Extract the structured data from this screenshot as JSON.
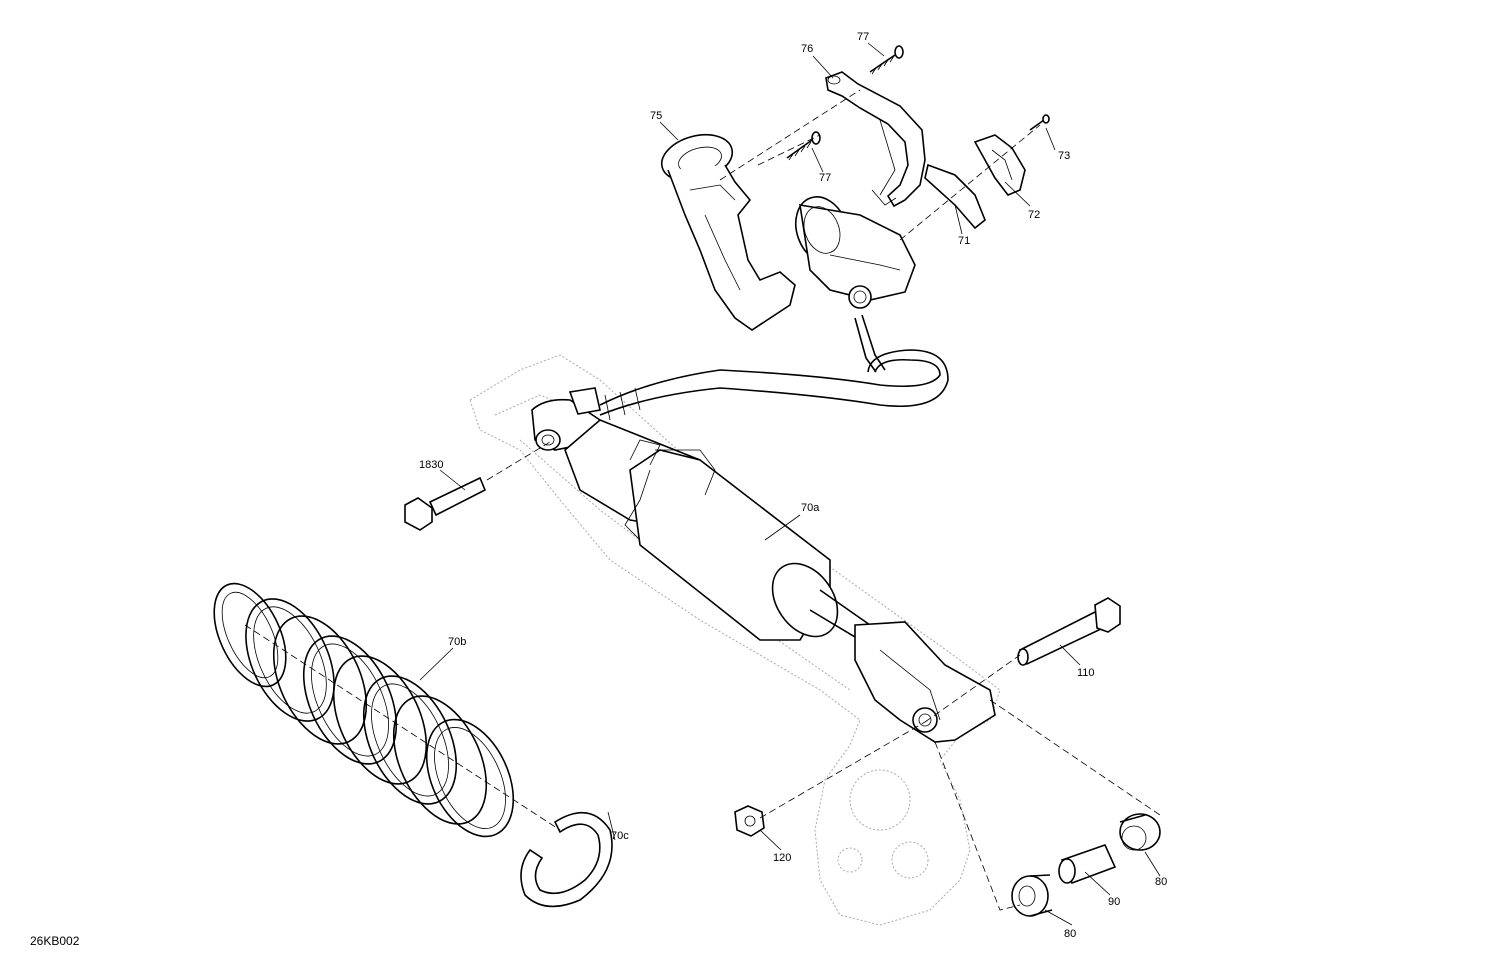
{
  "diagram": {
    "reference_code": "26KB002",
    "callouts": {
      "c76": "76",
      "c77a": "77",
      "c75": "75",
      "c77b": "77",
      "c73": "73",
      "c72": "72",
      "c71": "71",
      "c1830": "1830",
      "c70a": "70a",
      "c70b": "70b",
      "c110": "110",
      "c70c": "70c",
      "c120": "120",
      "c80a": "80",
      "c90": "90",
      "c80b": "80"
    }
  }
}
